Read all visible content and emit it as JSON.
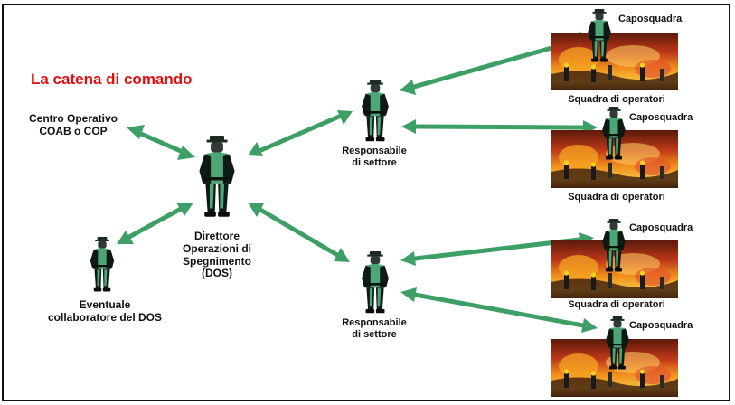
{
  "diagram": {
    "title": "La catena di comando",
    "nodes": {
      "centro": {
        "line1": "Centro Operativo",
        "line2": "COAB o COP"
      },
      "dos": {
        "line1": "Direttore",
        "line2": "Operazioni di",
        "line3": "Spegnimento",
        "line4": "(DOS)"
      },
      "collaboratore": {
        "line1": "Eventuale",
        "line2": "collaboratore del DOS"
      },
      "responsabile_1": {
        "line1": "Responsabile",
        "line2": "di settore"
      },
      "responsabile_2": {
        "line1": "Responsabile",
        "line2": "di settore"
      }
    },
    "squads": [
      {
        "leader": "Caposquadra",
        "team": "Squadra di operatori"
      },
      {
        "leader": "Caposquadra",
        "team": "Squadra di operatori"
      },
      {
        "leader": "Caposquadra",
        "team": "Squadra di operatori"
      },
      {
        "leader": "Caposquadra",
        "team": ""
      }
    ],
    "colors": {
      "arrow": "#3e9f66",
      "uniform": "#4ea676",
      "uniform_dark": "#0f1a14",
      "title": "#e01010",
      "fire": "#f08a1a"
    }
  }
}
